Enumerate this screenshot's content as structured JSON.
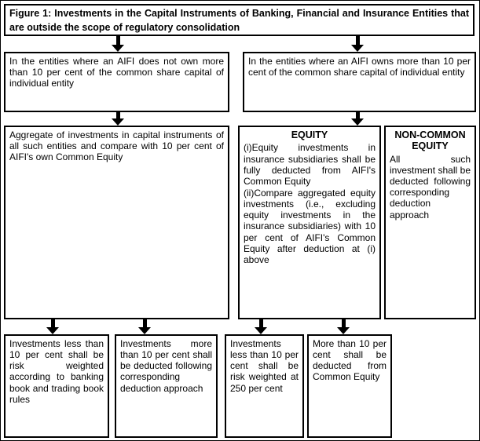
{
  "figure": {
    "title": "Figure 1: Investments in the Capital Instruments of Banking, Financial and Insurance Entities that are outside the scope of regulatory consolidation",
    "branches": {
      "left": "In the entities where an AIFI does not own more than 10 per cent of the common share capital of individual entity",
      "right": "In the entities where an AIFI owns more than 10 per cent of the common share capital of individual entity"
    },
    "aggregate": "Aggregate of investments in capital instruments of all such entities and compare with 10 per cent of AIFI's own Common Equity",
    "equity": {
      "title": "EQUITY",
      "item_i": "(i)Equity investments in insurance subsidiaries shall be fully deducted from AIFI's Common Equity",
      "item_ii": "(ii)Compare aggregated equity investments (i.e., excluding equity investments in the insurance subsidiaries) with 10 per cent of AIFI's Common Equity after deduction at (i) above"
    },
    "non_common_equity": {
      "title": "NON-COMMON EQUITY",
      "body": "All such investment shall be deducted following corresponding deduction approach"
    },
    "outcomes": [
      "Investments less than 10 per cent shall be risk weighted according to banking book and trading book rules",
      "Investments more than 10 per cent shall be deducted following corresponding deduction approach",
      "Investments less than 10 per cent shall be risk weighted at 250 per cent",
      "More than 10 per cent shall be deducted from Common Equity"
    ],
    "colors": {
      "border": "#000000",
      "background": "#ffffff",
      "text": "#000000"
    }
  }
}
